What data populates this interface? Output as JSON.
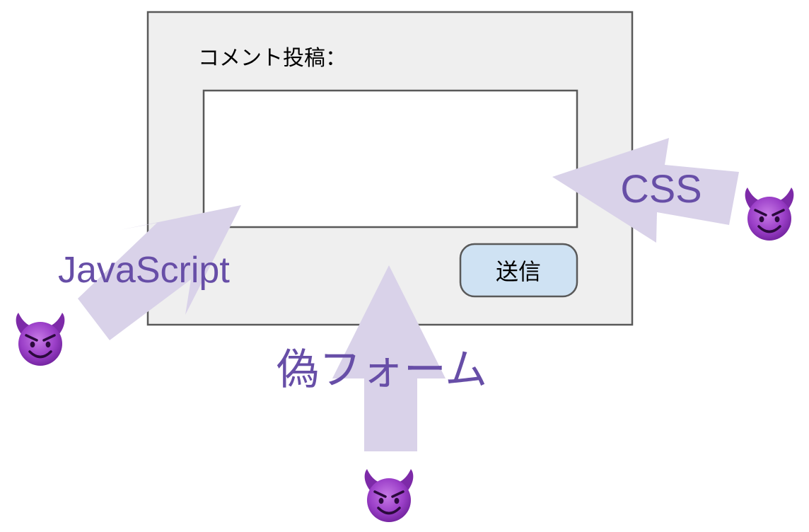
{
  "form": {
    "label": "コメント投稿：",
    "submit_label": "送信",
    "textarea_value": ""
  },
  "attacks": {
    "javascript": "JavaScript",
    "css": "CSS",
    "fake_form": "偽フォーム"
  },
  "icons": {
    "attacker": "smiling-devil-face-icon"
  },
  "colors": {
    "panel_fill": "#efefef",
    "panel_border": "#595959",
    "button_fill": "#cfe2f3",
    "arrow_fill": "#d9d2e9",
    "label_color": "#674ea7",
    "devil_purple": "#9b3fc8"
  }
}
